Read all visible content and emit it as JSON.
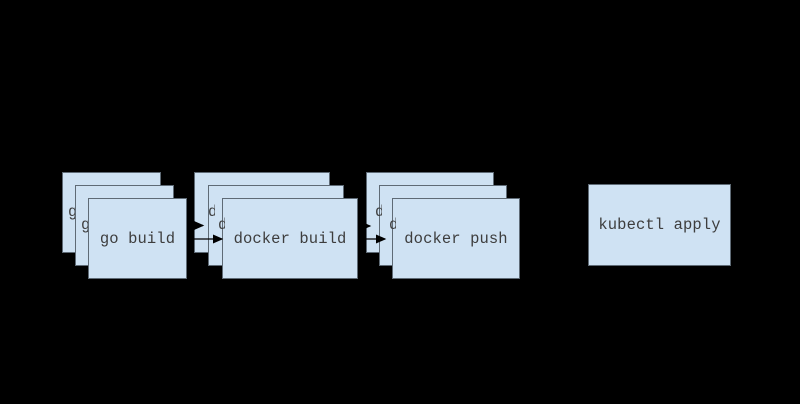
{
  "diagram": {
    "type": "pipeline-flow",
    "background_color": "#000000",
    "box_fill_color": "#cfe2f3",
    "box_border_color": "#5f6b76",
    "text_color": "#3d3d3d",
    "arrow_color": "#000000",
    "stages": [
      {
        "label": "go build",
        "stacked": true
      },
      {
        "label": "docker build",
        "stacked": true
      },
      {
        "label": "docker push",
        "stacked": true
      },
      {
        "label": "kubectl apply",
        "stacked": false
      }
    ],
    "connections": [
      {
        "from": "go build",
        "to": "docker build"
      },
      {
        "from": "docker build",
        "to": "docker push"
      }
    ]
  }
}
